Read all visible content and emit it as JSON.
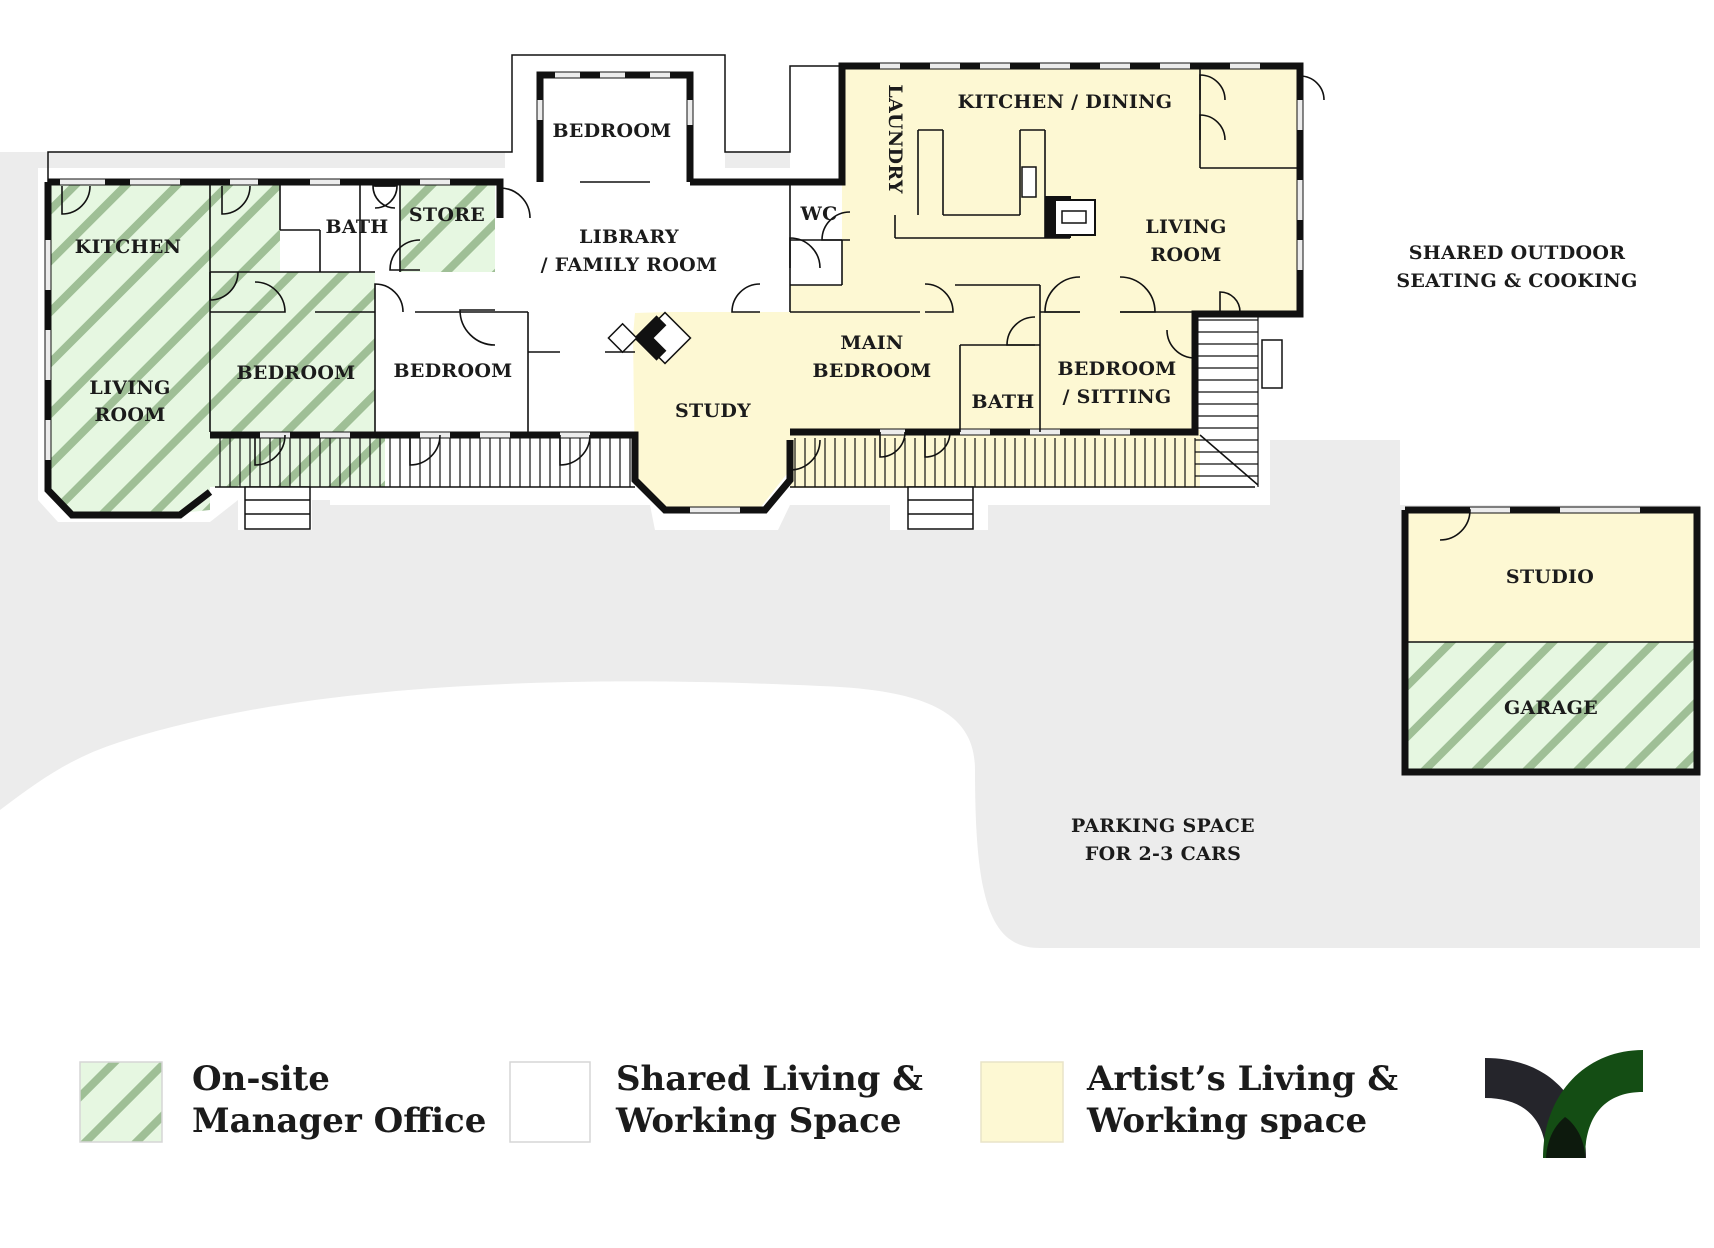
{
  "colors": {
    "manager_fill": "#e6f7e1",
    "manager_hatch": "#9fbf96",
    "shared_fill": "#ffffff",
    "artist_fill": "#fdf8d3",
    "ground": "#ececec",
    "wall": "#111111",
    "logo_dark": "#25252b",
    "logo_green": "#144d14"
  },
  "rooms": {
    "kitchen_left": "KITCHEN",
    "living_left_1": "LIVING",
    "living_left_2": "ROOM",
    "bath_left": "BATH",
    "store": "STORE",
    "bedroom_manager": "BEDROOM",
    "bedroom_shared": "BEDROOM",
    "bedroom_top": "BEDROOM",
    "library_1": "LIBRARY",
    "library_2": "/ FAMILY ROOM",
    "study": "STUDY",
    "wc": "WC",
    "laundry": "LAUNDRY",
    "kitchen_dining": "KITCHEN / DINING",
    "living_right_1": "LIVING",
    "living_right_2": "ROOM",
    "main_bedroom_1": "MAIN",
    "main_bedroom_2": "BEDROOM",
    "bath_right": "BATH",
    "bedroom_sitting_1": "BEDROOM",
    "bedroom_sitting_2": "/ SITTING",
    "outdoor_1": "SHARED OUTDOOR",
    "outdoor_2": "SEATING & COOKING",
    "studio": "STUDIO",
    "garage": "GARAGE",
    "parking_1": "PARKING SPACE",
    "parking_2": "FOR 2-3 CARS"
  },
  "legend": {
    "manager_1": "On-site",
    "manager_2": "Manager Office",
    "shared_1": "Shared Living &",
    "shared_2": "Working Space",
    "artist_1": "Artist’s Living &",
    "artist_2": "Working space"
  }
}
